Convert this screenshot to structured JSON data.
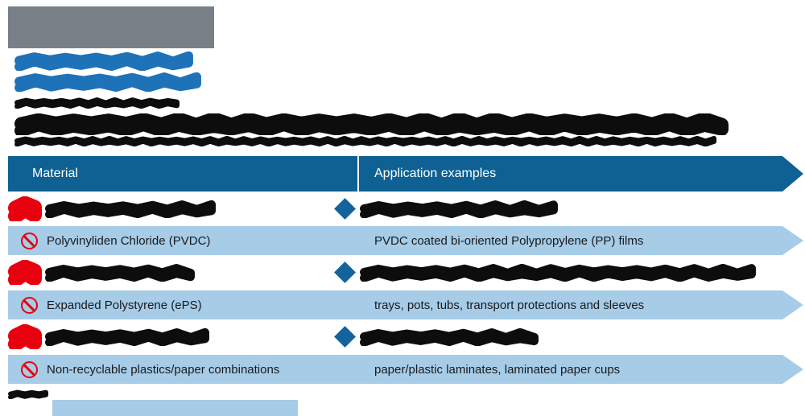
{
  "document": {
    "branding": {
      "logo_redacted": true,
      "title_redacted": true,
      "subtitle_redacted": true
    },
    "intro": {
      "redacted": true,
      "lines": 2
    },
    "table": {
      "headers": [
        "Material",
        "Application examples"
      ],
      "rows": [
        {
          "redacted": true,
          "left_icon": "redacted-red-blob",
          "application_icon": "blue-diamond"
        },
        {
          "redacted": false,
          "left_icon": "prohibition-sign",
          "material": "Polyvinyliden Chloride (PVDC)",
          "application": "PVDC coated bi-oriented Polypropylene (PP) films"
        },
        {
          "redacted": true,
          "left_icon": "redacted-red-blob",
          "application_icon": "blue-diamond"
        },
        {
          "redacted": false,
          "left_icon": "prohibition-sign",
          "material": "Expanded Polystyrene (ePS)",
          "application": "trays, pots, tubs, transport protections and sleeves"
        },
        {
          "redacted": true,
          "left_icon": "redacted-red-blob",
          "application_icon": "blue-diamond"
        },
        {
          "redacted": false,
          "left_icon": "prohibition-sign",
          "material": "Non-recyclable plastics/paper combinations",
          "application": "paper/plastic laminates, laminated paper cups"
        }
      ]
    },
    "footer": {
      "page_label_redacted": true
    }
  },
  "colors": {
    "header_blue": "#0e6192",
    "row_light_blue": "#a6cce8",
    "prohibition_red": "#e8000f",
    "diamond_blue": "#14639c",
    "title_blue": "#1e73b8",
    "redaction_black": "#0d0d0d",
    "logo_gray": "#787f87"
  }
}
